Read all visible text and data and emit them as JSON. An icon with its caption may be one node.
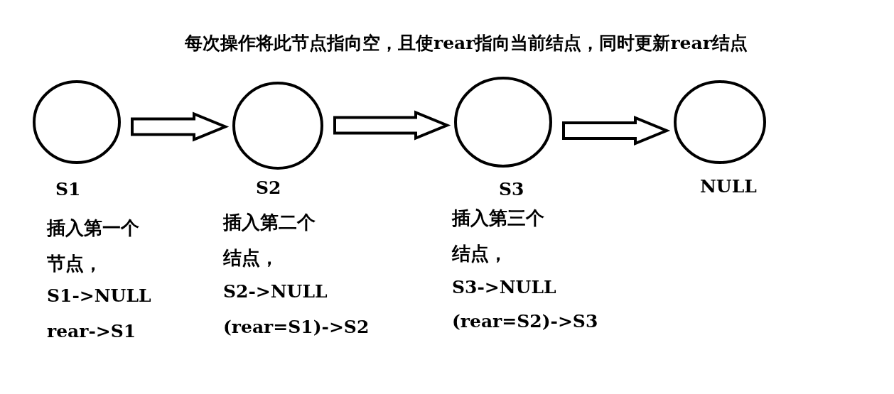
{
  "diagram": {
    "title": "每次操作将此节点指向空，且使rear指向当前结点，同时更新rear结点",
    "nodes": [
      {
        "text": [],
        "shape": "circle",
        "beside": [
          "S1",
          "插入第一个节点，",
          "S1->NULL",
          "rear->S1"
        ]
      },
      {
        "text": [],
        "shape": "circle",
        "beside": [
          "S2",
          "插入第二个结点，",
          "S2->NULL",
          "(rear=S1)->S2"
        ]
      },
      {
        "text": [],
        "shape": "circle",
        "beside": [
          "S3",
          "插入第三个结点，",
          "S3->NULL",
          "(rear=S2)->S3"
        ]
      },
      {
        "text": [],
        "shape": "circle",
        "beside": [
          "NULL"
        ]
      }
    ],
    "edges": [
      {
        "from": 0,
        "to": 1,
        "arrow": "to"
      },
      {
        "from": 1,
        "to": 2,
        "arrow": "to"
      },
      {
        "from": 2,
        "to": 3,
        "arrow": "to"
      }
    ]
  }
}
